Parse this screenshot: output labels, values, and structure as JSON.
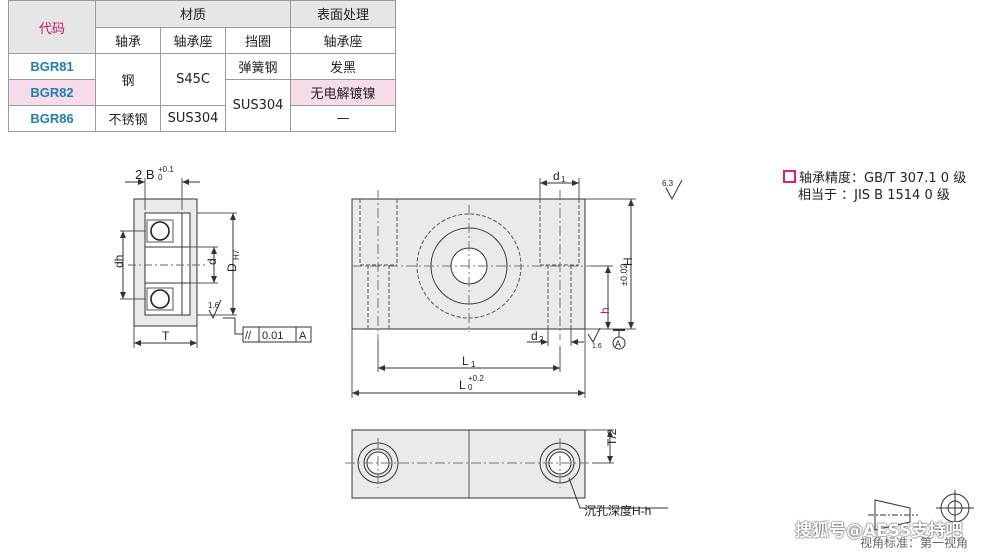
{
  "table": {
    "header": {
      "code": "代码",
      "material": "材质",
      "surface": "表面处理",
      "bearing": "轴承",
      "bearing_seat": "轴承座",
      "retaining_ring": "挡圈",
      "surface_seat": "轴承座"
    },
    "rows": [
      {
        "code": "BGR81",
        "bearing": "钢",
        "seat": "S45C",
        "ring": "弹簧钢",
        "surface": "发黑"
      },
      {
        "code": "BGR82",
        "surface": "无电解镀镍"
      },
      {
        "code": "BGR86",
        "bearing": "不锈钢",
        "seat": "SUS304",
        "ring": "SUS304",
        "surface": "—"
      }
    ]
  },
  "drawing": {
    "labels": {
      "width_b": "2 B",
      "b_tol_top": "+0.1",
      "b_tol_bottom": "0",
      "dh": "dh",
      "d": "d",
      "dh7": "D",
      "dh7_sub": "H7",
      "t": "T",
      "rough_small": "1.6",
      "parallel_symbol": "//",
      "parallel_value": "0.01",
      "datum": "A",
      "d1": "d",
      "d1_sub": "1",
      "d2": "d",
      "d2_sub": "2",
      "h_big": "H",
      "h_small": "h",
      "h_tol": "±0.02",
      "l1": "L",
      "l1_sub": "1",
      "l": "L",
      "l_tol_top": "+0.2",
      "l_tol_bottom": "0",
      "rough_top": "6.3",
      "rough_side": "1.6",
      "datum_circle": "A",
      "t_half": "T/2",
      "counterbore": "沉孔深度H-h"
    }
  },
  "notes": {
    "line1": "轴承精度：GB/T 307.1  0  级",
    "line2": "相当于      ：JIS  B 1514  0  级"
  },
  "watermark": {
    "text": "搜狐号@AESS支持吧",
    "sub": "视角标准：第一视角"
  },
  "colors": {
    "code_blue": "#1f7fb5",
    "header_magenta": "#c2186f",
    "pink_row": "#f6dce8",
    "header_gray": "#e6e6e6",
    "part_fill": "#eaeaea",
    "note_box": "#e0197d"
  }
}
